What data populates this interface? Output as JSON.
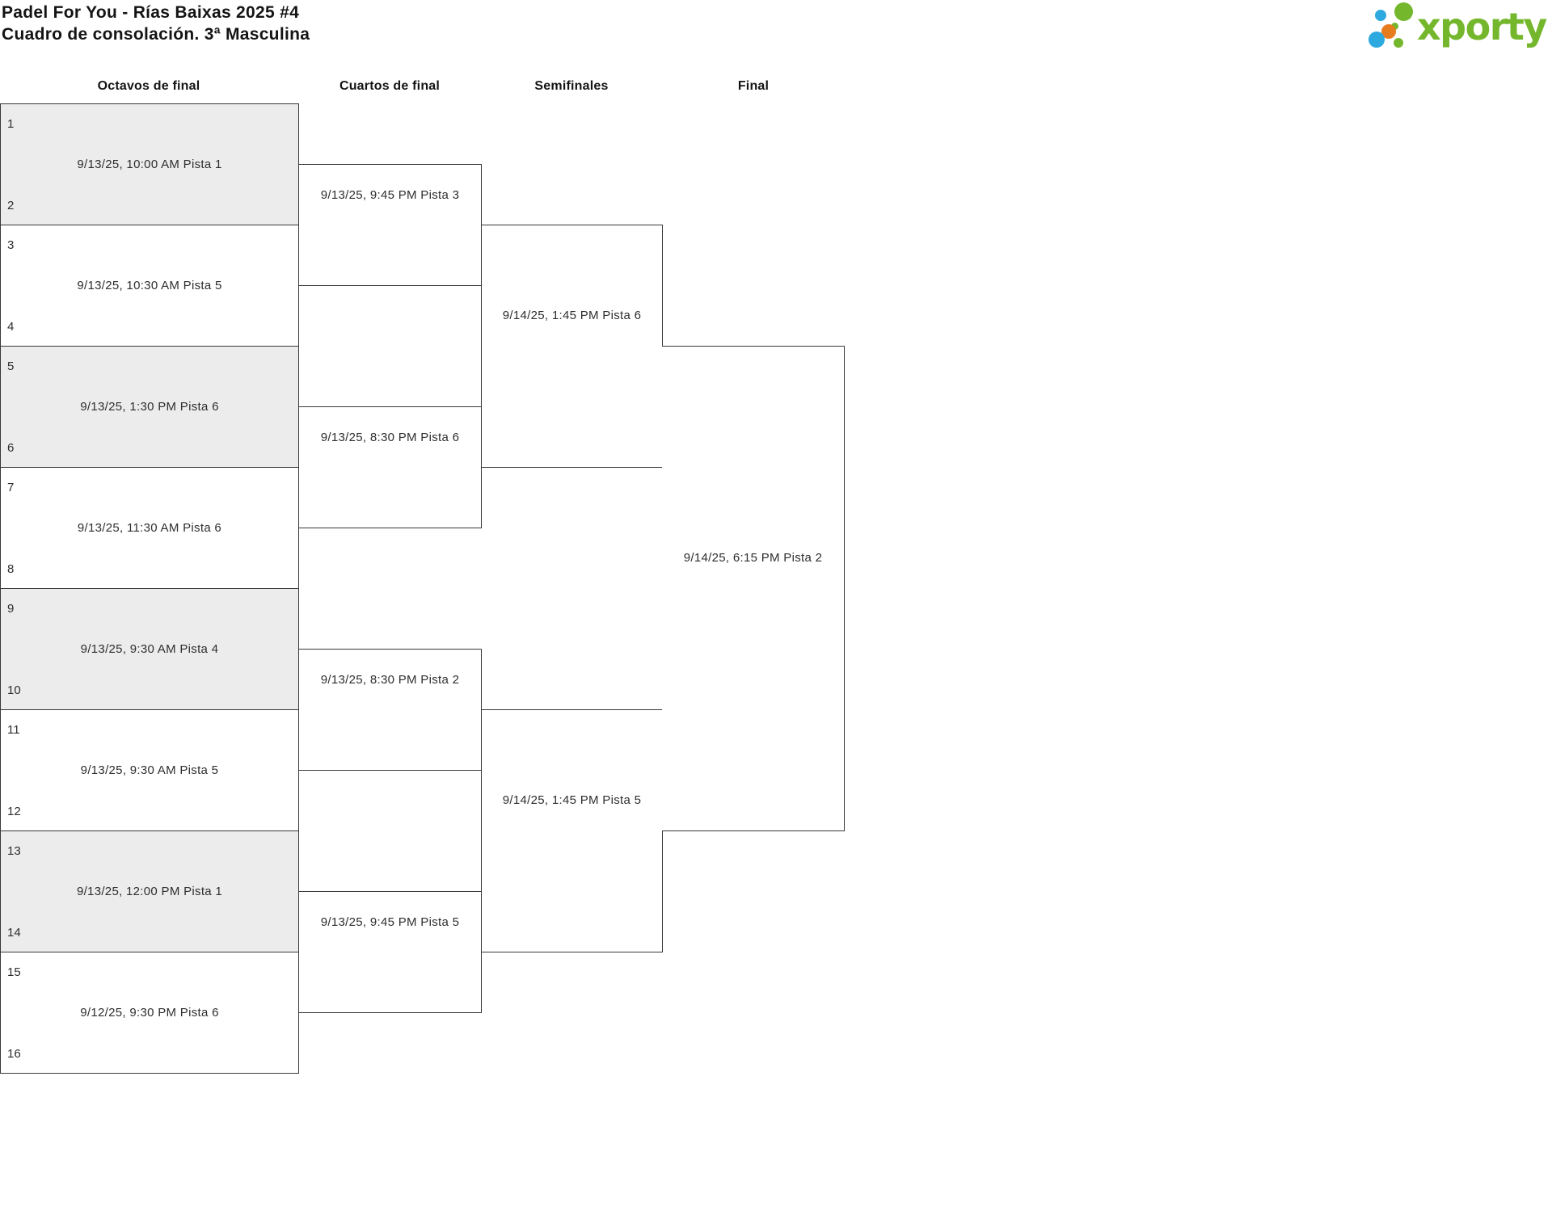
{
  "header": {
    "title": "Padel For You - Rías Baixas 2025 #4",
    "subtitle": "Cuadro de consolación. 3ª Masculina"
  },
  "logo": {
    "brand": "xporty",
    "colors": {
      "green": "#74b72c",
      "blue": "#2da9e0",
      "orange": "#e77c1e"
    }
  },
  "rounds": [
    {
      "label": "Octavos de final"
    },
    {
      "label": "Cuartos de final"
    },
    {
      "label": "Semifinales"
    },
    {
      "label": "Final"
    }
  ],
  "colors": {
    "row_alt_fill": "#ececec",
    "border": "#383838"
  },
  "bracket": {
    "octavos": [
      {
        "seed_top": "1",
        "seed_bottom": "2",
        "label": "9/13/25, 10:00 AM Pista 1"
      },
      {
        "seed_top": "3",
        "seed_bottom": "4",
        "label": "9/13/25, 10:30 AM Pista 5"
      },
      {
        "seed_top": "5",
        "seed_bottom": "6",
        "label": "9/13/25, 1:30 PM Pista 6"
      },
      {
        "seed_top": "7",
        "seed_bottom": "8",
        "label": "9/13/25, 11:30 AM Pista 6"
      },
      {
        "seed_top": "9",
        "seed_bottom": "10",
        "label": "9/13/25, 9:30 AM Pista 4"
      },
      {
        "seed_top": "11",
        "seed_bottom": "12",
        "label": "9/13/25, 9:30 AM Pista 5"
      },
      {
        "seed_top": "13",
        "seed_bottom": "14",
        "label": "9/13/25, 12:00 PM Pista 1"
      },
      {
        "seed_top": "15",
        "seed_bottom": "16",
        "label": "9/12/25, 9:30 PM Pista 6"
      }
    ],
    "cuartos": [
      {
        "label": "9/13/25, 9:45 PM Pista 3"
      },
      {
        "label": "9/13/25, 8:30 PM Pista 6"
      },
      {
        "label": "9/13/25, 8:30 PM Pista 2"
      },
      {
        "label": "9/13/25, 9:45 PM Pista 5"
      }
    ],
    "semifinales": [
      {
        "label": "9/14/25, 1:45 PM Pista 6"
      },
      {
        "label": "9/14/25, 1:45 PM Pista 5"
      }
    ],
    "final": {
      "label": "9/14/25, 6:15 PM Pista 2"
    }
  }
}
